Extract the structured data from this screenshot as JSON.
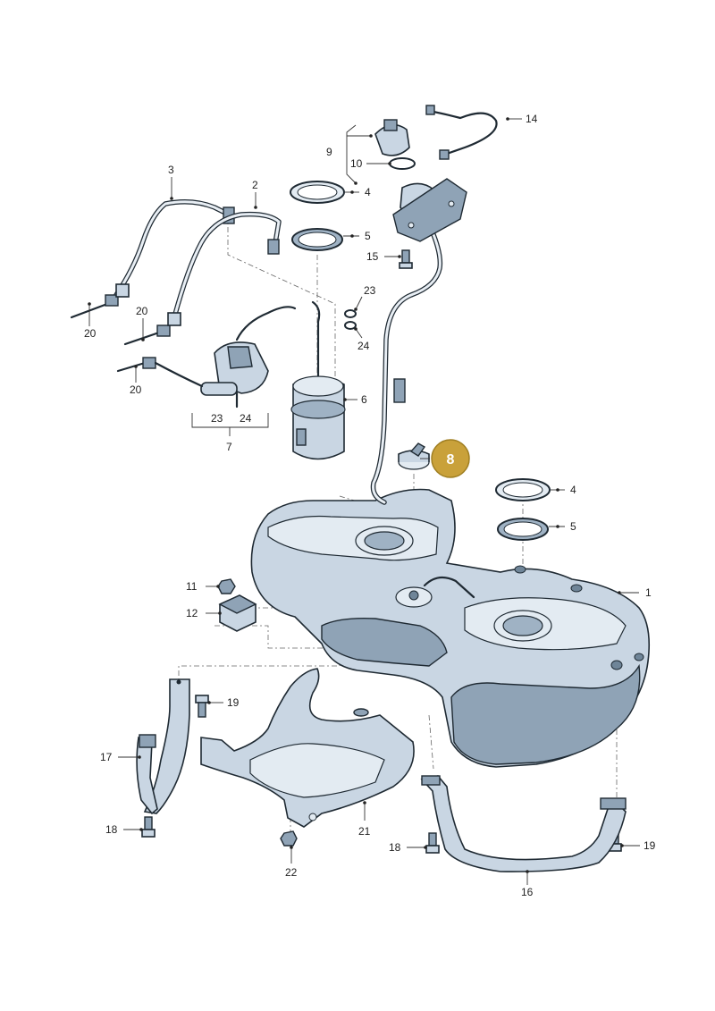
{
  "callouts": {
    "c1": "1",
    "c2": "2",
    "c3": "3",
    "c4a": "4",
    "c4b": "4",
    "c5a": "5",
    "c5b": "5",
    "c6": "6",
    "c7": "7",
    "c8": "8",
    "c9": "9",
    "c10": "10",
    "c11": "11",
    "c12": "12",
    "c14": "14",
    "c15": "15",
    "c16": "16",
    "c17": "17",
    "c18a": "18",
    "c18b": "18",
    "c19a": "19",
    "c19b": "19",
    "c20a": "20",
    "c20b": "20",
    "c20c": "20",
    "c21": "21",
    "c22": "22",
    "c23a": "23",
    "c23b": "23",
    "c24a": "24",
    "c24b": "24"
  },
  "colors": {
    "highlight_badge": "#c9a13a",
    "part_fill": "#c9d6e3",
    "outline": "#1f2a33"
  }
}
